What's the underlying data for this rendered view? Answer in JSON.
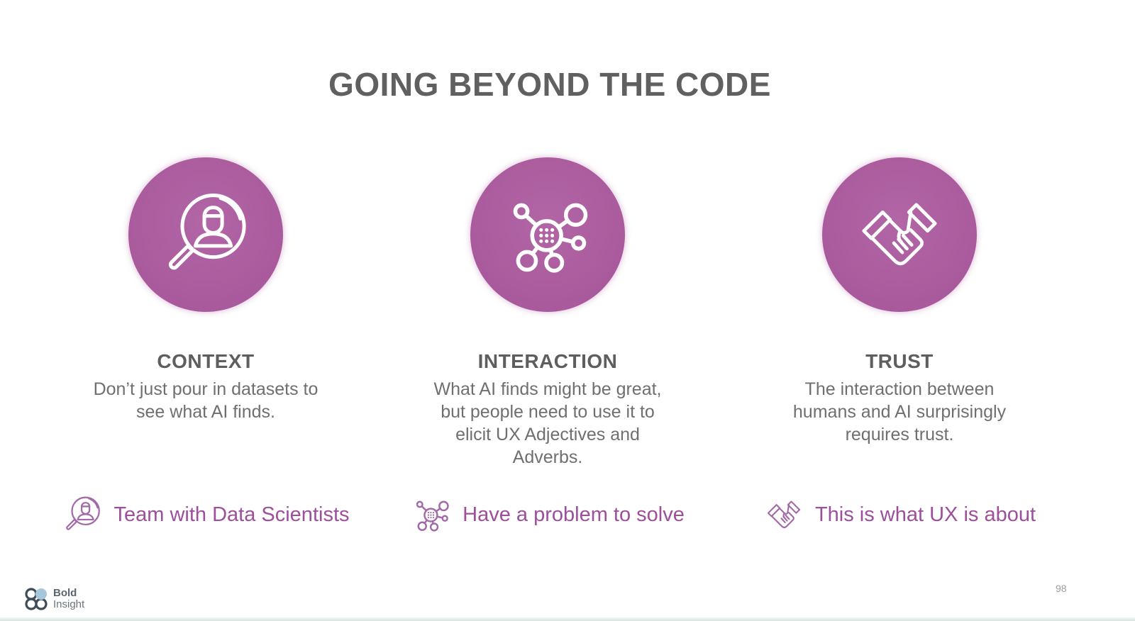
{
  "title": "GOING BEYOND THE CODE",
  "columns": [
    {
      "heading": "CONTEXT",
      "icon": "person-search-icon",
      "description_lines": [
        "Don’t just pour in datasets to",
        "see what AI finds."
      ],
      "footnote": "Team with Data Scientists"
    },
    {
      "heading": "INTERACTION",
      "icon": "network-hub-icon",
      "description_lines": [
        "What AI finds might be great,",
        "but people need to use it to",
        "elicit UX Adjectives and",
        "Adverbs."
      ],
      "footnote": "Have a problem to solve"
    },
    {
      "heading": "TRUST",
      "icon": "handshake-icon",
      "description_lines": [
        "The interaction between",
        "humans and AI surprisingly",
        "requires trust."
      ],
      "footnote": "This is what UX is about"
    }
  ],
  "footer": {
    "logo_line1": "Bold",
    "logo_line2": "Insight",
    "page_number": "98"
  },
  "colors": {
    "circle_purple": "#a95a9c",
    "footnote_purple": "#9e4f9b",
    "heading_gray": "#5e5e5e",
    "body_gray": "#6f6f6f",
    "logo_blue": "#a4c7dc"
  }
}
